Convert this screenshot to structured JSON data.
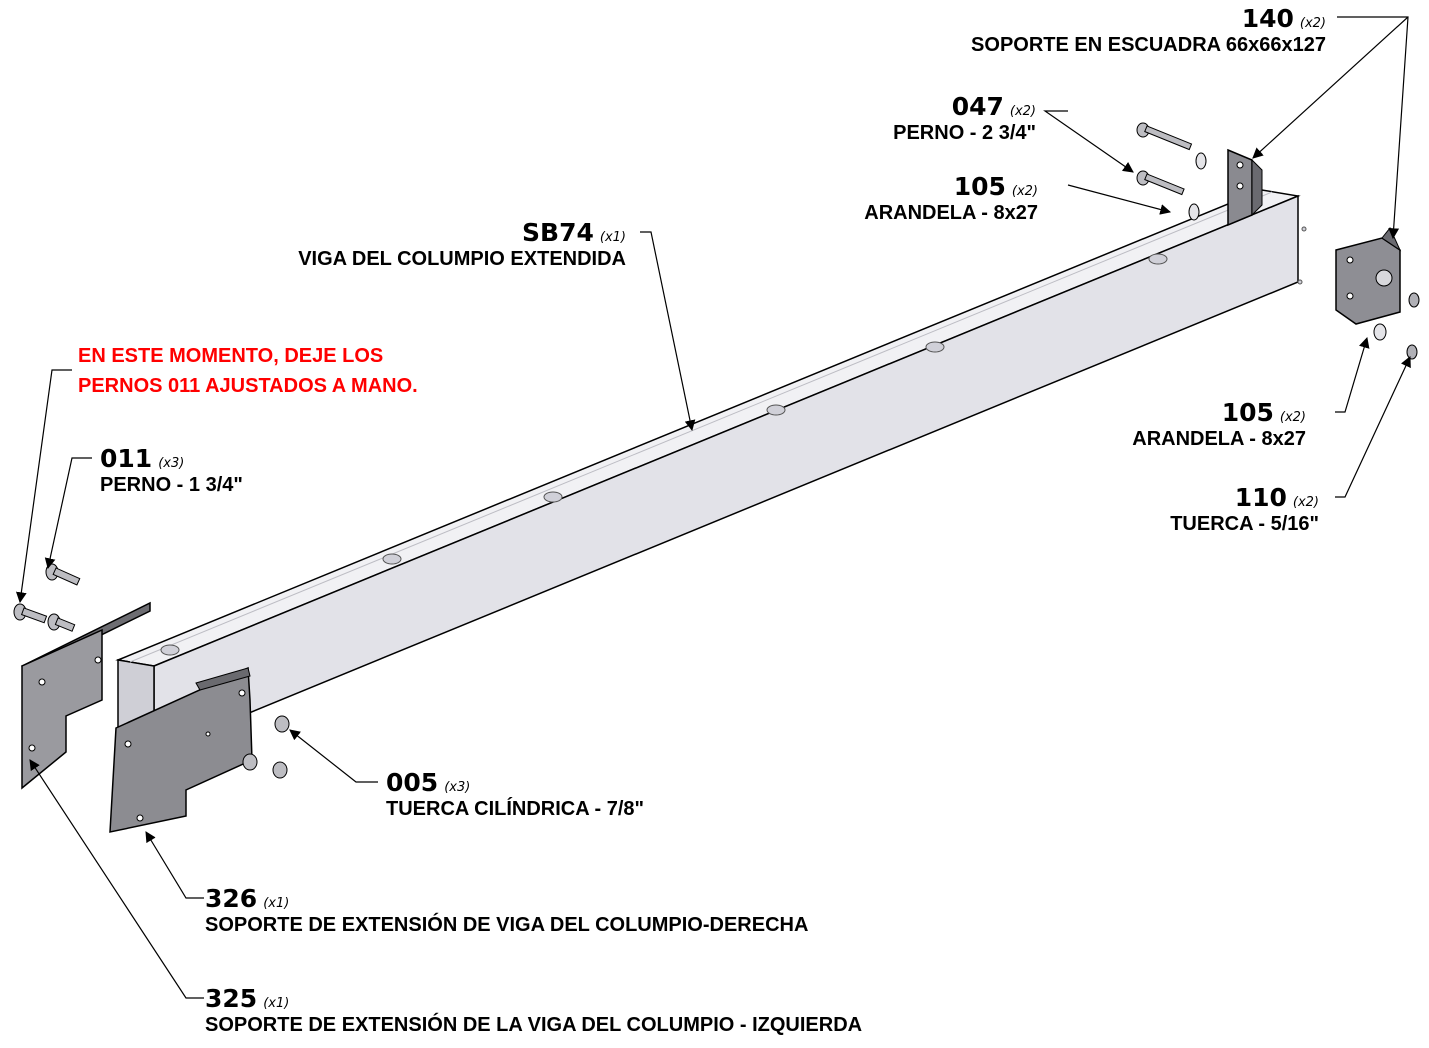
{
  "parts": {
    "p140": {
      "num": "140",
      "qty": "(x2)",
      "desc": "SOPORTE EN ESCUADRA 66x66x127"
    },
    "p047": {
      "num": "047",
      "qty": "(x2)",
      "desc": "PERNO - 2 3/4\""
    },
    "p105a": {
      "num": "105",
      "qty": "(x2)",
      "desc": "ARANDELA - 8x27"
    },
    "sb74": {
      "num": "SB74",
      "qty": "(x1)",
      "desc": "VIGA DEL COLUMPIO EXTENDIDA"
    },
    "p105b": {
      "num": "105",
      "qty": "(x2)",
      "desc": "ARANDELA - 8x27"
    },
    "p110": {
      "num": "110",
      "qty": "(x2)",
      "desc": "TUERCA - 5/16\""
    },
    "p011": {
      "num": "011",
      "qty": "(x3)",
      "desc": "PERNO - 1 3/4\""
    },
    "p005": {
      "num": "005",
      "qty": "(x3)",
      "desc": "TUERCA CILÍNDRICA - 7/8\""
    },
    "p326": {
      "num": "326",
      "qty": "(x1)",
      "desc": "SOPORTE DE EXTENSIÓN DE VIGA DEL COLUMPIO-DERECHA"
    },
    "p325": {
      "num": "325",
      "qty": "(x1)",
      "desc": "SOPORTE DE EXTENSIÓN DE LA VIGA DEL COLUMPIO - IZQUIERDA"
    }
  },
  "warning": {
    "line1": "EN ESTE MOMENTO, DEJE LOS",
    "line2": "PERNOS 011 AJUSTADOS A MANO."
  },
  "colors": {
    "warning": "#ff0000",
    "beam_top": "#efeff3",
    "beam_face": "#e0e0e6",
    "bracket": "#8e8e92"
  }
}
